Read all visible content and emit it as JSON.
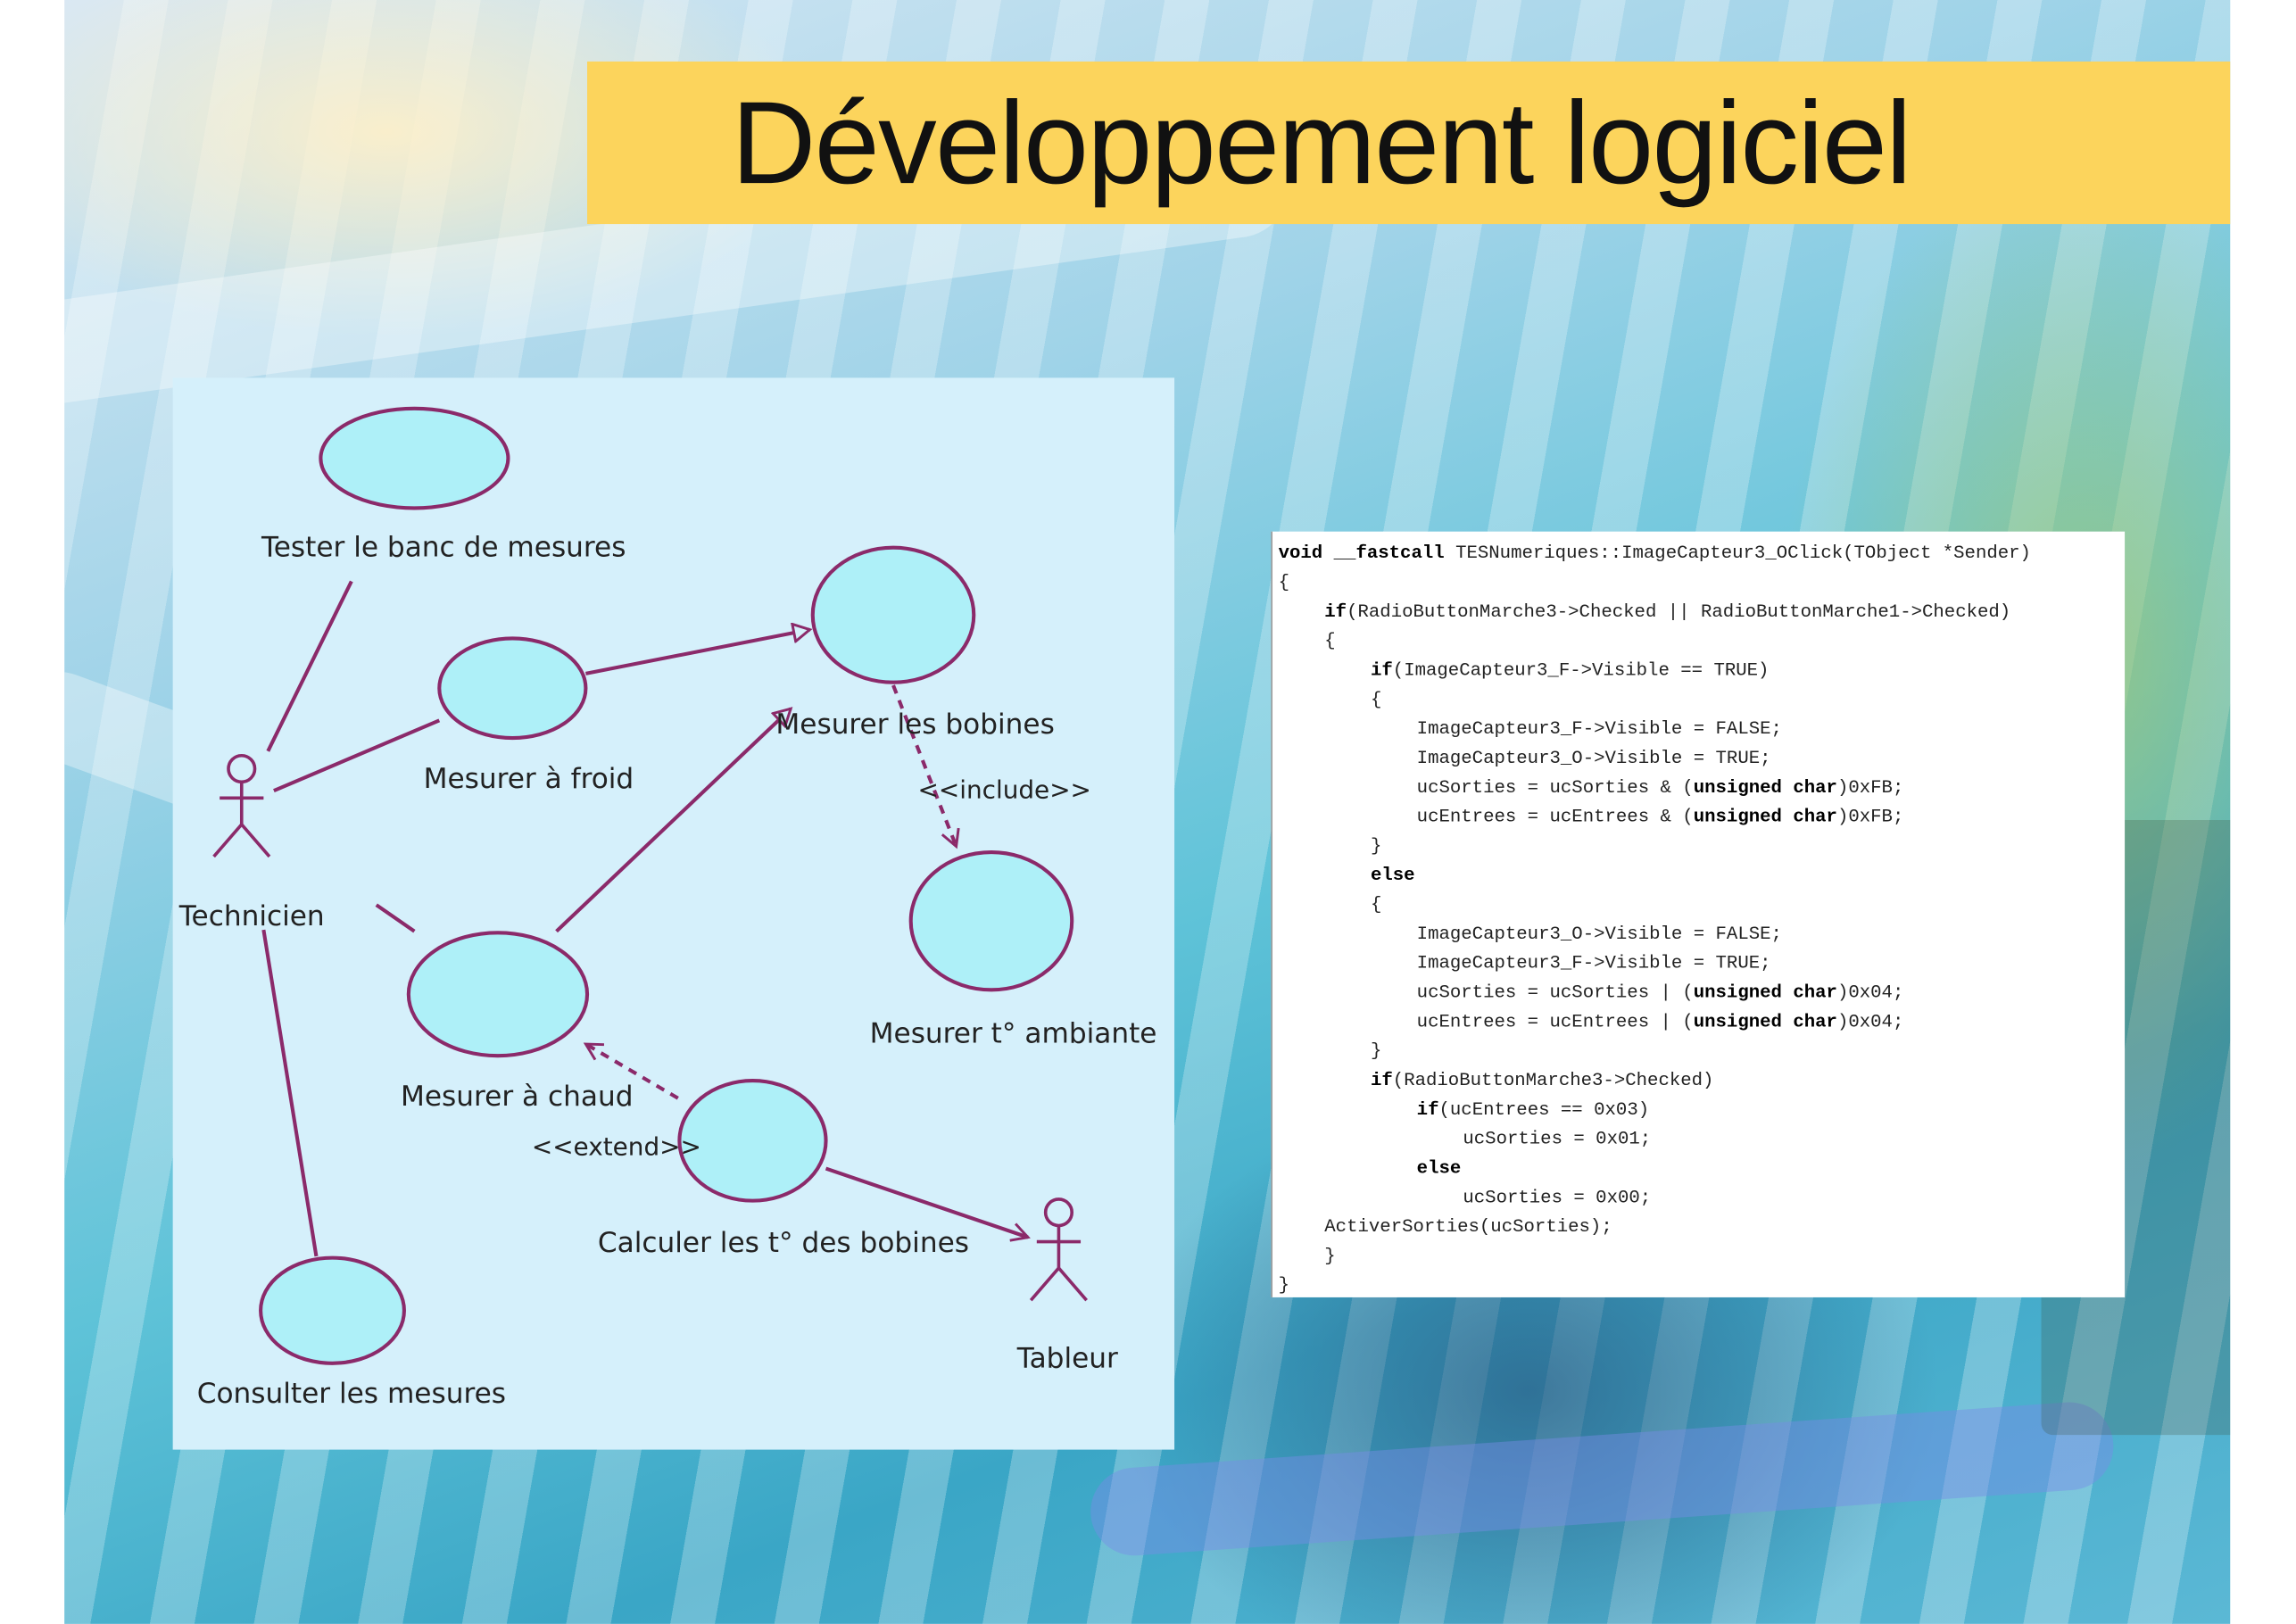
{
  "title": "Développement logiciel",
  "diagram": {
    "use_cases": {
      "tester": "Tester le banc de mesures",
      "froid": "Mesurer à froid",
      "bobines": "Mesurer les bobines",
      "ambiante": "Mesurer t° ambiante",
      "chaud": "Mesurer à chaud",
      "calculer": "Calculer les t°  des bobines",
      "consulter": "Consulter les mesures"
    },
    "actors": {
      "technicien": "Technicien",
      "tableur": "Tableur"
    },
    "stereotypes": {
      "include": "<<include>>",
      "extend": "<<extend>>"
    },
    "colors": {
      "fill": "#aef0f8",
      "stroke": "#8b2a6a",
      "panel": "#d5f0fb"
    }
  },
  "code": [
    {
      "i": 0,
      "s": [
        [
          "void",
          1
        ],
        [
          " __",
          0
        ],
        [
          "fastcall",
          1
        ],
        [
          " TESNumeriques::ImageCapteur3_OClick(TObject *Sender)",
          0
        ]
      ]
    },
    {
      "i": 0,
      "s": [
        [
          "{",
          0
        ]
      ]
    },
    {
      "i": 1,
      "s": [
        [
          "if",
          1
        ],
        [
          "(RadioButtonMarche3->Checked || RadioButtonMarche1->Checked)",
          0
        ]
      ]
    },
    {
      "i": 1,
      "s": [
        [
          "{",
          0
        ]
      ]
    },
    {
      "i": 2,
      "s": [
        [
          "if",
          1
        ],
        [
          "(ImageCapteur3_F->Visible == TRUE)",
          0
        ]
      ]
    },
    {
      "i": 2,
      "s": [
        [
          "{",
          0
        ]
      ]
    },
    {
      "i": 3,
      "s": [
        [
          "ImageCapteur3_F->Visible = FALSE;",
          0
        ]
      ]
    },
    {
      "i": 3,
      "s": [
        [
          "ImageCapteur3_O->Visible = TRUE;",
          0
        ]
      ]
    },
    {
      "i": 3,
      "s": [
        [
          "ucSorties = ucSorties & (",
          0
        ],
        [
          "unsigned char",
          1
        ],
        [
          ")0xFB;",
          0
        ]
      ]
    },
    {
      "i": 3,
      "s": [
        [
          "ucEntrees = ucEntrees & (",
          0
        ],
        [
          "unsigned char",
          1
        ],
        [
          ")0xFB;",
          0
        ]
      ]
    },
    {
      "i": 2,
      "s": [
        [
          "}",
          0
        ]
      ]
    },
    {
      "i": 2,
      "s": [
        [
          "else",
          1
        ]
      ]
    },
    {
      "i": 2,
      "s": [
        [
          "{",
          0
        ]
      ]
    },
    {
      "i": 3,
      "s": [
        [
          "ImageCapteur3_O->Visible = FALSE;",
          0
        ]
      ]
    },
    {
      "i": 3,
      "s": [
        [
          "ImageCapteur3_F->Visible = TRUE;",
          0
        ]
      ]
    },
    {
      "i": 3,
      "s": [
        [
          "ucSorties = ucSorties | (",
          0
        ],
        [
          "unsigned char",
          1
        ],
        [
          ")0x04;",
          0
        ]
      ]
    },
    {
      "i": 3,
      "s": [
        [
          "ucEntrees = ucEntrees | (",
          0
        ],
        [
          "unsigned char",
          1
        ],
        [
          ")0x04;",
          0
        ]
      ]
    },
    {
      "i": 2,
      "s": [
        [
          "}",
          0
        ]
      ]
    },
    {
      "i": 2,
      "s": [
        [
          "if",
          1
        ],
        [
          "(RadioButtonMarche3->Checked)",
          0
        ]
      ]
    },
    {
      "i": 3,
      "s": [
        [
          "if",
          1
        ],
        [
          "(ucEntrees == 0x03)",
          0
        ]
      ]
    },
    {
      "i": 4,
      "s": [
        [
          "ucSorties = 0x01;",
          0
        ]
      ]
    },
    {
      "i": 3,
      "s": [
        [
          "else",
          1
        ]
      ]
    },
    {
      "i": 4,
      "s": [
        [
          "ucSorties = 0x00;",
          0
        ]
      ]
    },
    {
      "i": 1,
      "s": [
        [
          "ActiverSorties(ucSorties);",
          0
        ]
      ]
    },
    {
      "i": 1,
      "s": [
        [
          "}",
          0
        ]
      ]
    },
    {
      "i": 0,
      "s": [
        [
          "}",
          0
        ]
      ]
    }
  ]
}
